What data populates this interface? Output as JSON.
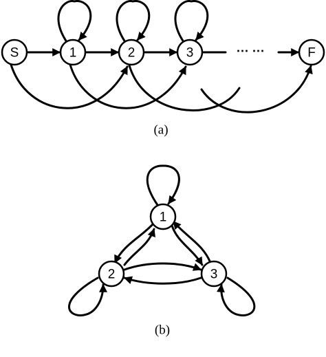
{
  "diagram_a": {
    "caption": "(a)",
    "nodes": {
      "s": "S",
      "n1": "1",
      "n2": "2",
      "n3": "3",
      "f": "F"
    },
    "ellipsis": "⋯ ⋯"
  },
  "diagram_b": {
    "caption": "(b)",
    "nodes": {
      "n1": "1",
      "n2": "2",
      "n3": "3"
    }
  },
  "colors": {
    "line": "#000000",
    "node_fill": "#ffffff",
    "background": "#ffffff"
  }
}
